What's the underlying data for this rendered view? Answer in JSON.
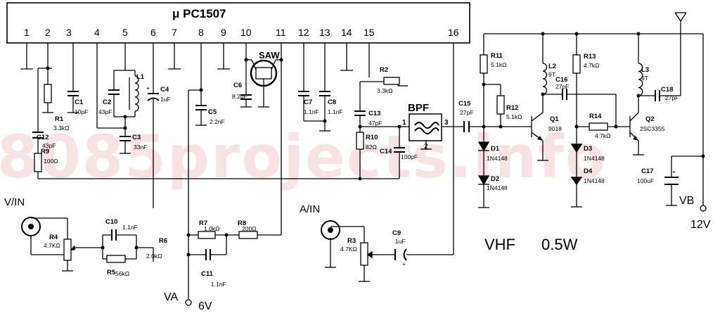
{
  "chip": {
    "title": "μ PC1507",
    "pins": [
      "1",
      "2",
      "3",
      "4",
      "5",
      "6",
      "7",
      "8",
      "9",
      "10",
      "11",
      "12",
      "13",
      "14",
      "15",
      "16"
    ],
    "saw_label": "SAW"
  },
  "watermark": "8085projects.info",
  "headline": {
    "band": "VHF",
    "power": "0.5W"
  },
  "terminals": {
    "vin": "V/IN",
    "ain": "A/IN",
    "va": "VA",
    "va_volt": "6V",
    "vb": "VB",
    "vb_volt": "12V"
  },
  "bpf": {
    "label": "BPF",
    "pin1": "1",
    "pin2": "2",
    "pin3": "3"
  },
  "components": {
    "R1": {
      "ref": "R1",
      "val": "3.3kΩ"
    },
    "C1": {
      "ref": "C1",
      "val": "10pF"
    },
    "C2": {
      "ref": "C2",
      "val": "43pF"
    },
    "L1": {
      "ref": "L1"
    },
    "C3": {
      "ref": "C3",
      "val": "33nF"
    },
    "C4": {
      "ref": "C4",
      "val": "1uF",
      "pol": "+"
    },
    "C5": {
      "ref": "C5",
      "val": "2.2nF"
    },
    "C6": {
      "ref": "C6",
      "val": "8.2pF"
    },
    "C7": {
      "ref": "C7",
      "val": "1.1nF"
    },
    "C8": {
      "ref": "C8",
      "val": "1.1nF"
    },
    "R2": {
      "ref": "R2",
      "val": "3.3kΩ"
    },
    "C13": {
      "ref": "C13",
      "val": "47pF"
    },
    "R10": {
      "ref": "R10",
      "val": "82Ω"
    },
    "C14": {
      "ref": "C14",
      "val": "100pF"
    },
    "C12": {
      "ref": "C12",
      "val": "43pF"
    },
    "R9": {
      "ref": "R9",
      "val": "100Ω"
    },
    "R4": {
      "ref": "R4",
      "val": "4.7KΩ"
    },
    "C10": {
      "ref": "C10",
      "val": "1.1nF"
    },
    "R5": {
      "ref": "R5",
      "val": "56kΩ"
    },
    "R6": {
      "ref": "R6",
      "val": "2.0kΩ"
    },
    "R7": {
      "ref": "R7",
      "val": "1.0kΩ"
    },
    "R8": {
      "ref": "R8",
      "val": "200Ω"
    },
    "C11": {
      "ref": "C11",
      "val": "1.1nF"
    },
    "R3": {
      "ref": "R3",
      "val": "4.7KΩ"
    },
    "C9": {
      "ref": "C9",
      "val": "1uF",
      "pol": "+"
    },
    "C15": {
      "ref": "C15",
      "val": "27pF"
    },
    "R11": {
      "ref": "R11",
      "val": "5.1kΩ"
    },
    "R12": {
      "ref": "R12",
      "val": "5.1kΩ"
    },
    "D1": {
      "ref": "D1",
      "val": "1N4148"
    },
    "D2": {
      "ref": "D2",
      "val": "1N4148"
    },
    "Q1": {
      "ref": "Q1",
      "val": "9018"
    },
    "L2": {
      "ref": "L2",
      "val": "9T"
    },
    "C16": {
      "ref": "C16",
      "val": "27pF"
    },
    "R13": {
      "ref": "R13",
      "val": "4.7kΩ"
    },
    "R14": {
      "ref": "R14",
      "val": "4.7kΩ"
    },
    "D3": {
      "ref": "D3",
      "val": "1N4148"
    },
    "D4": {
      "ref": "D4",
      "val": "1N4148"
    },
    "L3": {
      "ref": "L3",
      "val": "9T"
    },
    "C18": {
      "ref": "C18",
      "val": "27pF"
    },
    "Q2": {
      "ref": "Q2",
      "val": "2SC3355"
    },
    "C17": {
      "ref": "C17",
      "val": "100uF",
      "pol": "+"
    }
  }
}
